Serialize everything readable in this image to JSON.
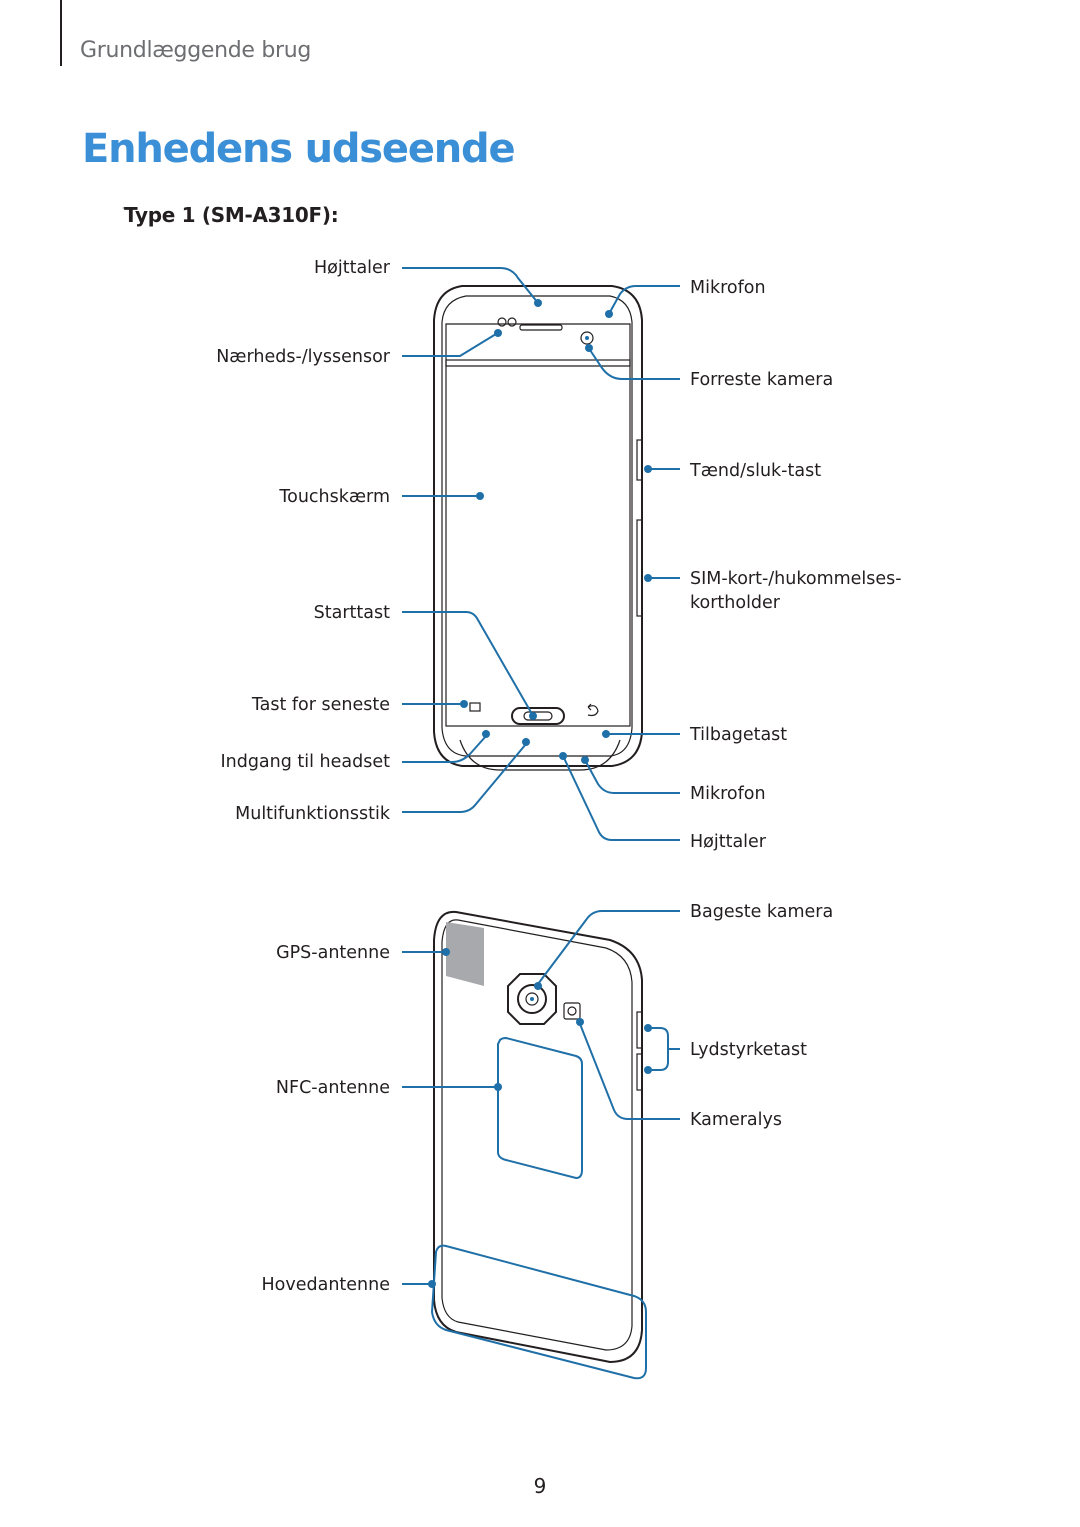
{
  "header": {
    "section": "Grundlæggende brug"
  },
  "page": {
    "title": "Enhedens udseende",
    "subtitle": "Type 1 (SM-A310F):",
    "number": "9"
  },
  "front_labels": {
    "speaker_top": "Højttaler",
    "proximity_sensor": "Nærheds-/lyssensor",
    "touchscreen": "Touchskærm",
    "home_key": "Starttast",
    "recent_key": "Tast for seneste",
    "headset_jack": "Indgang til headset",
    "multipurpose_jack": "Multifunktionsstik",
    "mic_top": "Mikrofon",
    "front_camera": "Forreste kamera",
    "power_key": "Tænd/sluk-tast",
    "sim_tray_line1": "SIM-kort-/hukommelses-",
    "sim_tray_line2": "kortholder",
    "back_key": "Tilbagetast",
    "mic_bottom": "Mikrofon",
    "speaker_bottom": "Højttaler"
  },
  "back_labels": {
    "gps_antenna": "GPS-antenne",
    "nfc_antenna": "NFC-antenne",
    "main_antenna": "Hovedantenne",
    "rear_camera": "Bageste kamera",
    "volume_key": "Lydstyrketast",
    "flash": "Kameralys"
  },
  "colors": {
    "heading": "#3a8fd6",
    "leader": "#1f70a8",
    "gps_area": "#a7a9ac"
  }
}
